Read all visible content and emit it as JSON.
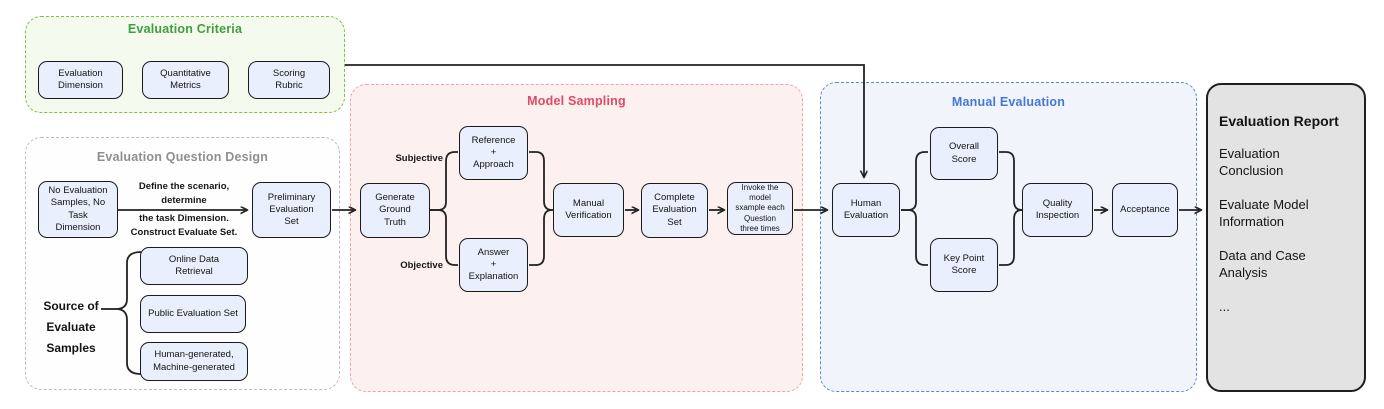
{
  "colors": {
    "criteria_accent": "#7dc142",
    "criteria_title": "#3f9f3f",
    "question_design_accent": "#bcbcbc",
    "question_design_title": "#8f8f8f",
    "model_sampling_accent": "#f2a3ab",
    "model_sampling_title": "#e04a63",
    "manual_evaluation_accent": "#5d87dd",
    "manual_evaluation_title": "#4677d4",
    "node_fill": "#e9effc",
    "report_fill": "#e3e3e3",
    "connector": "#222222"
  },
  "criteria": {
    "title": "Evaluation Criteria",
    "boxes": [
      "Evaluation\nDimension",
      "Quantitative\nMetrics",
      "Scoring\nRubric"
    ]
  },
  "question_design": {
    "title": "Evaluation Question Design",
    "no_eval_box": "No Evaluation\nSamples, No\nTask\nDimension",
    "arrow_label_top": "Define the scenario,\ndetermine",
    "arrow_label_bottom": "the task Dimension.\nConstruct Evaluate Set.",
    "preliminary_box": "Preliminary\nEvaluation\nSet",
    "source_label": "Source of\nEvaluate\nSamples",
    "source_boxes": [
      "Online Data\nRetrieval",
      "Public Evaluation Set",
      "Human-generated,\nMachine-generated"
    ]
  },
  "model_sampling": {
    "title": "Model Sampling",
    "generate_box": "Generate\nGround\nTruth",
    "subjective_label": "Subjective",
    "objective_label": "Objective",
    "reference_box": "Reference\n+\nApproach",
    "answer_box": "Answer\n+\nExplanation",
    "manual_verification_box": "Manual\nVerification",
    "complete_box": "Complete\nEvaluation\nSet",
    "invoke_box": "Invoke the\nmodel\nsxample each\nQuestion\nthree times"
  },
  "manual_evaluation": {
    "title": "Manual Evaluation",
    "human_box": "Human\nEvaluation",
    "overall_box": "Overall\nScore",
    "keypoint_box": "Key Point\nScore",
    "quality_box": "Quality\nInspection",
    "acceptance_box": "Acceptance"
  },
  "report": {
    "title": "Evaluation Report",
    "items": [
      "Evaluation\nConclusion",
      "Evaluate Model\nInformation",
      "Data and Case\nAnalysis",
      "..."
    ]
  }
}
